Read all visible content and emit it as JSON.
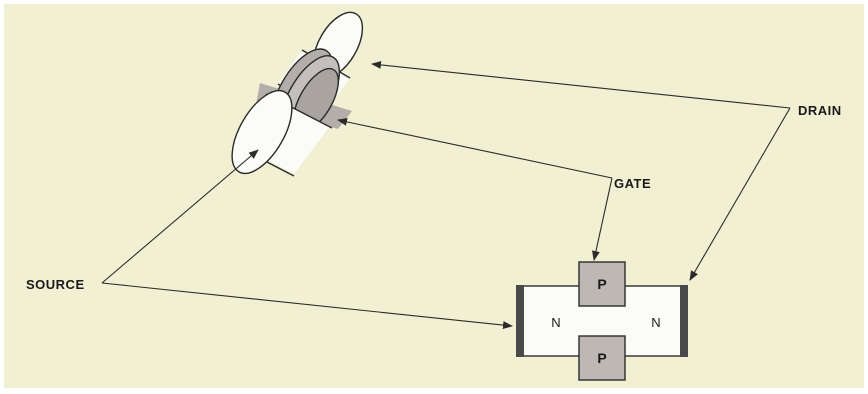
{
  "labels": {
    "source": "SOURCE",
    "gate": "GATE",
    "drain": "DRAIN"
  },
  "device": {
    "channel_left": "N",
    "channel_right": "N",
    "gate_top": "P",
    "gate_bottom": "P"
  },
  "colors": {
    "background": "#f1f0d2",
    "cylinder_body": "#fbfbf7",
    "gate_ring": "#b3aea9",
    "gate_box": "#bdb8b3",
    "outline": "#2b2b2b"
  }
}
